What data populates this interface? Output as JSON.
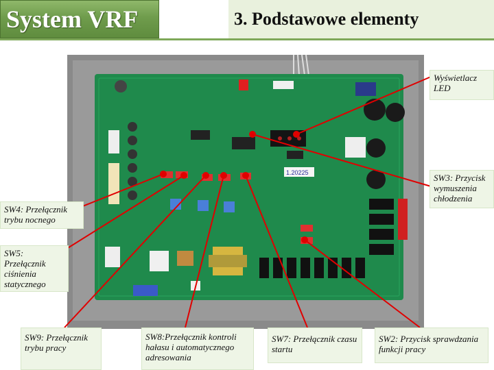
{
  "header": {
    "title": "System VRF",
    "subtitle": "3. Podstawowe elementy"
  },
  "callouts": {
    "led": "Wyświetlacz LED",
    "sw3": "SW3: Przycisk wymuszenia chłodzenia",
    "sw4": "SW4: Przełącznik trybu nocnego",
    "sw5": "SW5: Przełącznik ciśnienia statycznego",
    "sw9": "SW9: Przełącznik trybu pracy",
    "sw8": "SW8:Przełącznik kontroli hałasu i automatycznego adresowania",
    "sw7": "SW7: Przełącznik czasu startu",
    "sw2": "SW2: Przycisk sprawdzania funkcji pracy"
  },
  "board": {
    "sticker_text": "1.20225"
  },
  "colors": {
    "header_green": "#6f9c4c",
    "callout_bg": "#eef5e6",
    "leader_red": "#e00000",
    "pcb_green": "#1f8a4c"
  }
}
